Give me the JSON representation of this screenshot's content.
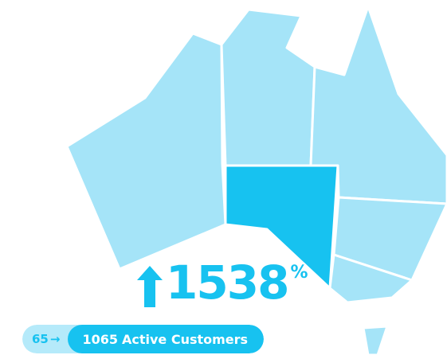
{
  "colors": {
    "state_fill": "#a5e4f8",
    "highlight_fill": "#17c2f0",
    "border": "#ffffff"
  },
  "map": {
    "highlighted_region": "south-australia"
  },
  "stat": {
    "arrow_icon": "arrow-up-icon",
    "growth_value": "1538",
    "growth_unit": "%"
  },
  "customers": {
    "previous_count": "65",
    "arrow_icon": "arrow-right-icon",
    "current_count": "1065",
    "label": "Active Customers"
  }
}
